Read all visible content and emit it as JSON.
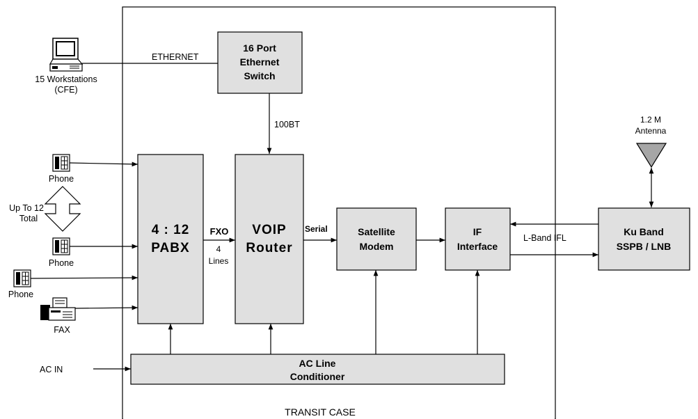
{
  "labels": {
    "workstations": [
      "15 Workstations",
      "(CFE)"
    ],
    "ethernet": "ETHERNET",
    "switch": [
      "16 Port",
      "Ethernet",
      "Switch"
    ],
    "bt100": "100BT",
    "antenna": [
      "1.2 M",
      "Antenna"
    ],
    "phone1": "Phone",
    "phone2": "Phone",
    "phone3": "Phone",
    "upto": [
      "Up To 12",
      "Total"
    ],
    "fax": "FAX",
    "pabx": [
      "4 : 12",
      "PABX"
    ],
    "fxo": "FXO",
    "lines4": [
      "4",
      "Lines"
    ],
    "voip": [
      "VOIP",
      "Router"
    ],
    "serial": "Serial",
    "modem": [
      "Satellite",
      "Modem"
    ],
    "if": [
      "IF",
      "Interface"
    ],
    "lband": "L-Band IFL",
    "ku": [
      "Ku Band",
      "SSPB / LNB"
    ],
    "acin": "AC IN",
    "ac": [
      "AC Line",
      "Conditioner"
    ],
    "transit": "TRANSIT CASE"
  },
  "icons": [
    "workstation-icon",
    "phone-icon",
    "fax-icon",
    "antenna-icon",
    "double-arrow-icon"
  ]
}
